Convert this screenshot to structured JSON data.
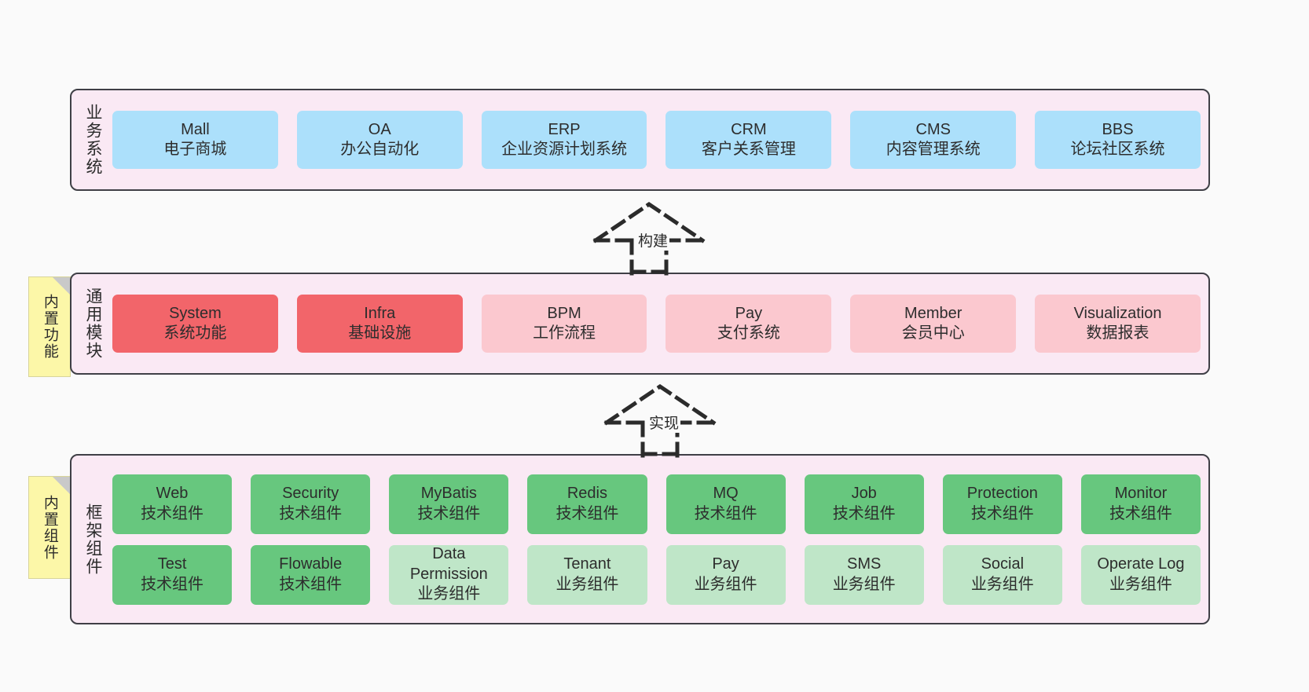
{
  "diagram": {
    "background_color": "#fafafa",
    "layer_fill": "#fae9f4",
    "layer_border": "#3f3f46",
    "note_fill": "#fcf7a8"
  },
  "layers": [
    {
      "id": "business",
      "title": "业务系统",
      "accent": "#ace0fb",
      "rows": [
        {
          "cards": [
            {
              "en": "Mall",
              "cn": "电子商城",
              "color": "#ace0fb"
            },
            {
              "en": "OA",
              "cn": "办公自动化",
              "color": "#ace0fb"
            },
            {
              "en": "ERP",
              "cn": "企业资源计划系统",
              "color": "#ace0fb"
            },
            {
              "en": "CRM",
              "cn": "客户关系管理",
              "color": "#ace0fb"
            },
            {
              "en": "CMS",
              "cn": "内容管理系统",
              "color": "#ace0fb"
            },
            {
              "en": "BBS",
              "cn": "论坛社区系统",
              "color": "#ace0fb"
            }
          ]
        }
      ]
    },
    {
      "id": "common",
      "title": "通用模块",
      "accent": "#f2656a",
      "note": "内置功能",
      "rows": [
        {
          "cards": [
            {
              "en": "System",
              "cn": "系统功能",
              "color": "#f2656a"
            },
            {
              "en": "Infra",
              "cn": "基础设施",
              "color": "#f2656a"
            },
            {
              "en": "BPM",
              "cn": "工作流程",
              "color": "#fbc8cf"
            },
            {
              "en": "Pay",
              "cn": "支付系统",
              "color": "#fbc8cf"
            },
            {
              "en": "Member",
              "cn": "会员中心",
              "color": "#fbc8cf"
            },
            {
              "en": "Visualization",
              "cn": "数据报表",
              "color": "#fbc8cf"
            }
          ]
        }
      ]
    },
    {
      "id": "framework",
      "title": "框架组件",
      "accent": "#67c77e",
      "note": "内置组件",
      "rows": [
        {
          "cards": [
            {
              "en": "Web",
              "cn": "技术组件",
              "color": "#67c77e"
            },
            {
              "en": "Security",
              "cn": "技术组件",
              "color": "#67c77e"
            },
            {
              "en": "MyBatis",
              "cn": "技术组件",
              "color": "#67c77e"
            },
            {
              "en": "Redis",
              "cn": "技术组件",
              "color": "#67c77e"
            },
            {
              "en": "MQ",
              "cn": "技术组件",
              "color": "#67c77e"
            },
            {
              "en": "Job",
              "cn": "技术组件",
              "color": "#67c77e"
            },
            {
              "en": "Protection",
              "cn": "技术组件",
              "color": "#67c77e"
            },
            {
              "en": "Monitor",
              "cn": "技术组件",
              "color": "#67c77e"
            }
          ]
        },
        {
          "cards": [
            {
              "en": "Test",
              "cn": "技术组件",
              "color": "#67c77e"
            },
            {
              "en": "Flowable",
              "cn": "技术组件",
              "color": "#67c77e"
            },
            {
              "en": "Data Permission",
              "cn": "业务组件",
              "color": "#bfe6c8"
            },
            {
              "en": "Tenant",
              "cn": "业务组件",
              "color": "#bfe6c8"
            },
            {
              "en": "Pay",
              "cn": "业务组件",
              "color": "#bfe6c8"
            },
            {
              "en": "SMS",
              "cn": "业务组件",
              "color": "#bfe6c8"
            },
            {
              "en": "Social",
              "cn": "业务组件",
              "color": "#bfe6c8"
            },
            {
              "en": "Operate Log",
              "cn": "业务组件",
              "color": "#bfe6c8"
            }
          ]
        }
      ]
    }
  ],
  "arrows": [
    {
      "id": "build",
      "label": "构建",
      "style": "dashed-hollow-triangle",
      "direction": "up"
    },
    {
      "id": "implement",
      "label": "实现",
      "style": "dashed-hollow-triangle",
      "direction": "up"
    }
  ]
}
